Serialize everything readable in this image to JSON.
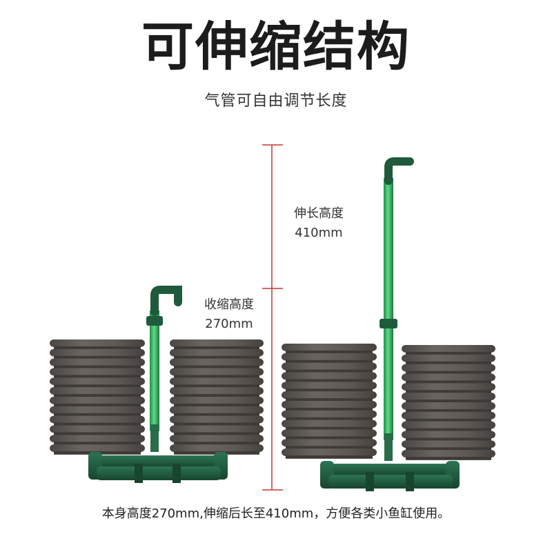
{
  "header": {
    "title": "可伸缩结构",
    "subtitle": "气管可自由调节长度"
  },
  "labels": {
    "extended_name": "伸长高度",
    "extended_value": "410mm",
    "collapsed_name": "收缩高度",
    "collapsed_value": "270mm"
  },
  "footer": {
    "text": "本身高度270mm,伸缩后长至410mm，方便各类小鱼缸使用。"
  },
  "colors": {
    "sponge": "#5e5955",
    "pipe_green": "#2fb35a",
    "base_green": "#1f5a3c",
    "measure_red": "#c0392b"
  }
}
